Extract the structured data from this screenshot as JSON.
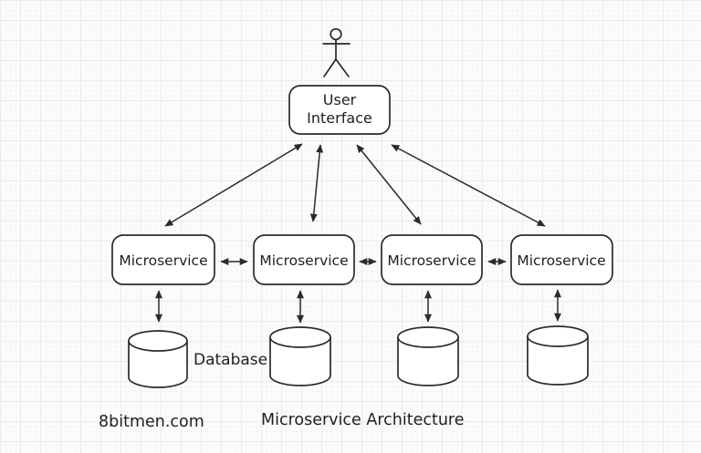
{
  "diagram": {
    "title": "Microservice Architecture",
    "watermark": "8bitmen.com",
    "nodes": {
      "user_interface": {
        "line1": "User",
        "line2": "Interface"
      },
      "microservices": [
        "Microservice",
        "Microservice",
        "Microservice",
        "Microservice"
      ],
      "database_label": "Database"
    },
    "icons": {
      "actor": "stick-figure-user-icon",
      "database": "database-cylinder-icon",
      "connector": "double-headed-arrow"
    },
    "colors": {
      "stroke": "#2b2b2b",
      "text": "#1f1f1f",
      "background": "#fcfcfd",
      "grid_line": "#e9eaef"
    }
  }
}
